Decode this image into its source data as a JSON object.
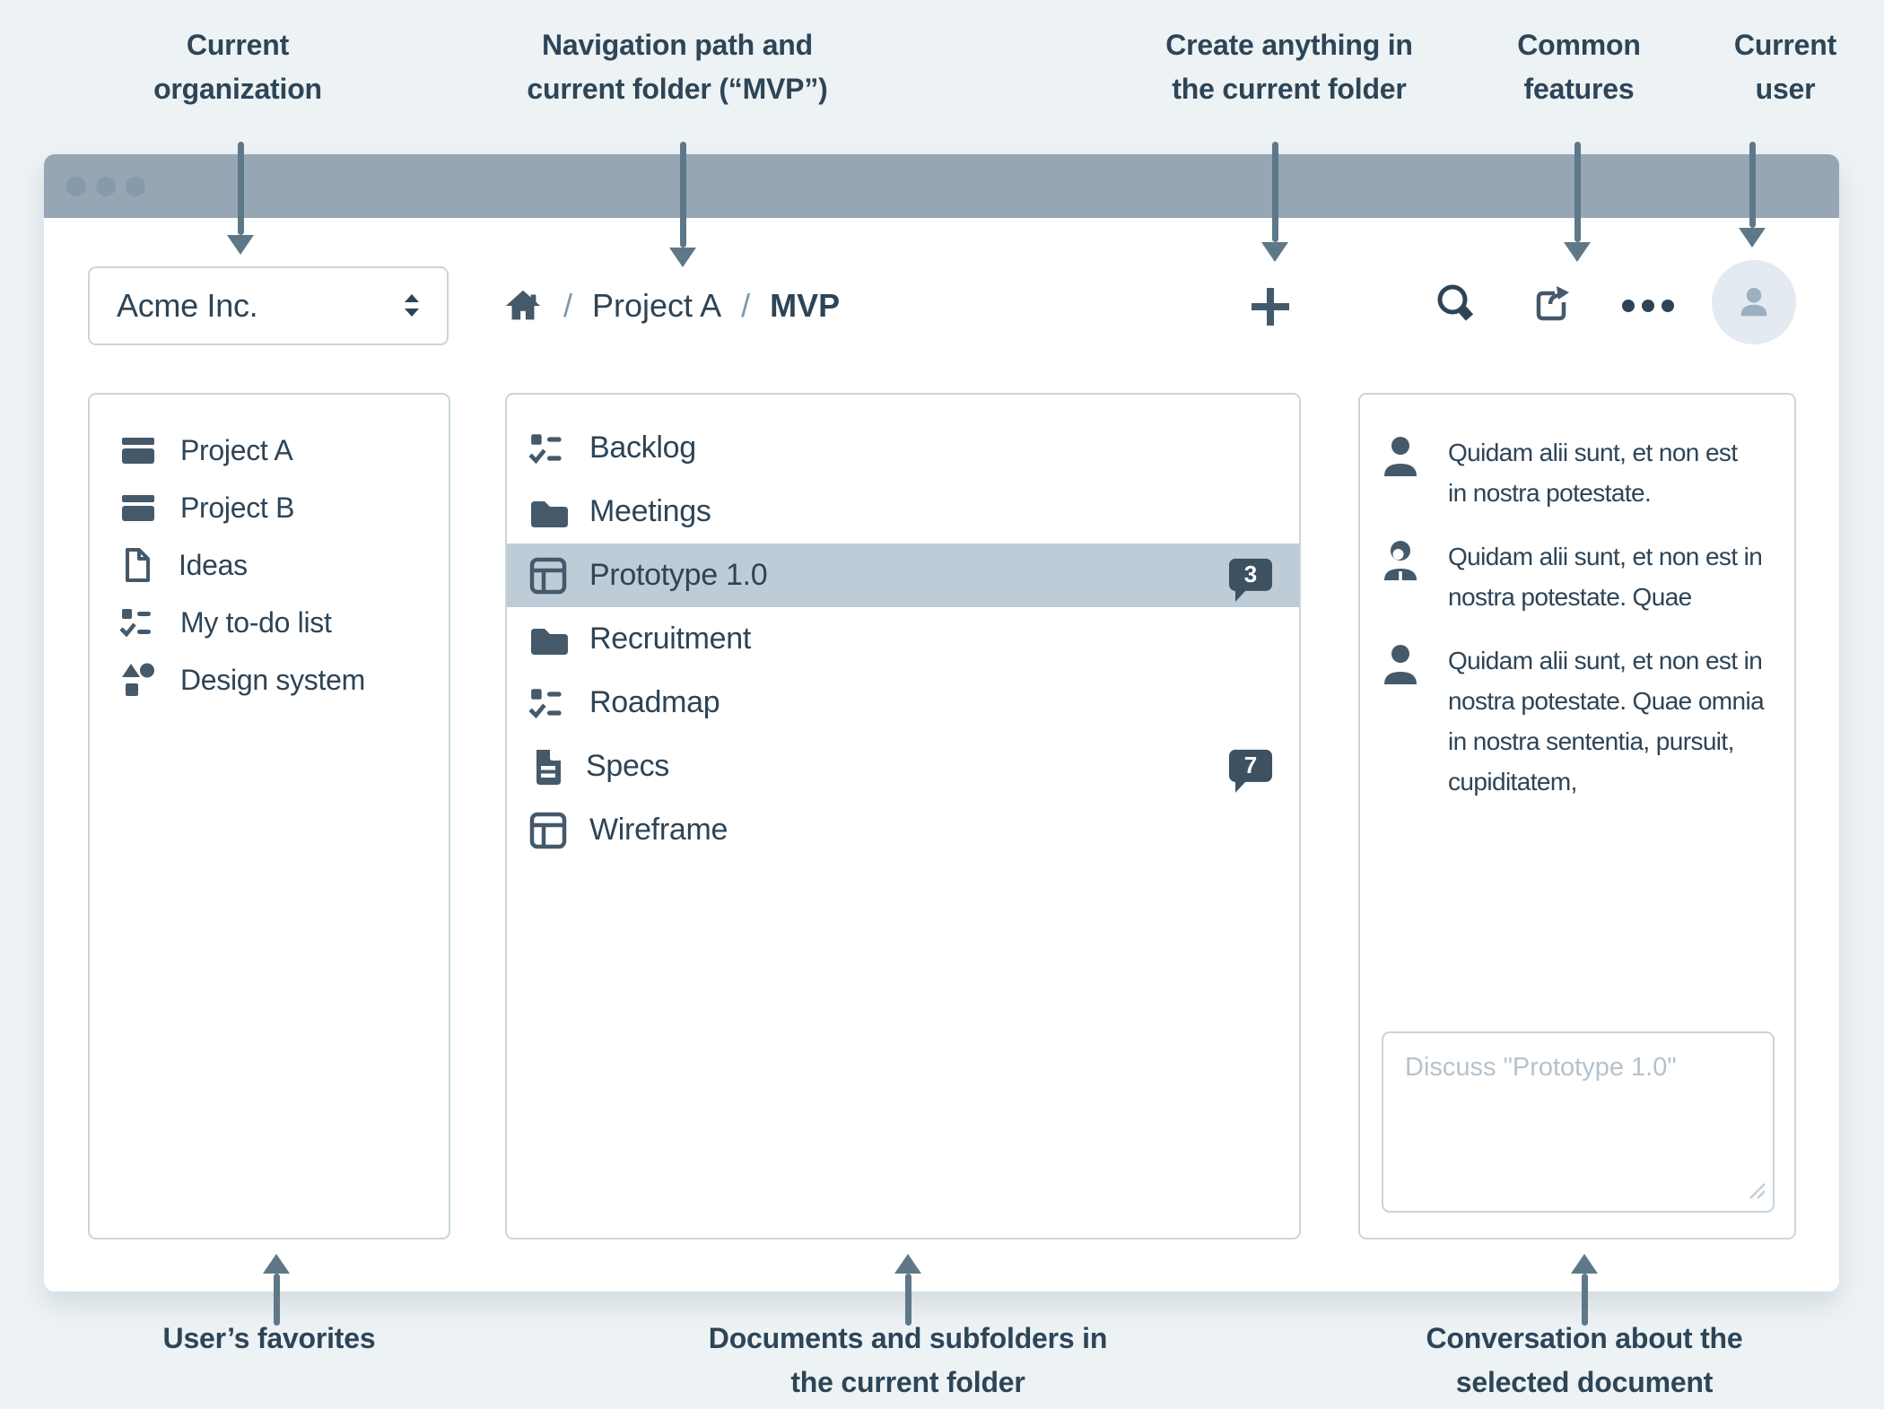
{
  "annotations": {
    "top": [
      {
        "text": "Current\norganization"
      },
      {
        "text": "Navigation path and\ncurrent folder (“MVP”)"
      },
      {
        "text": "Create anything in\nthe current folder"
      },
      {
        "text": "Common\nfeatures"
      },
      {
        "text": "Current\nuser"
      }
    ],
    "bottom": [
      {
        "text": "User’s favorites"
      },
      {
        "text": "Documents and subfolders in\nthe current folder"
      },
      {
        "text": "Conversation about the\nselected document"
      }
    ]
  },
  "window": {
    "header": {
      "organization_selector": {
        "value": "Acme Inc.",
        "icon": "sort-icon"
      },
      "breadcrumb": {
        "home_icon": "home-icon",
        "separator": "/",
        "parent": "Project A",
        "current": "MVP"
      },
      "action_icons": [
        "plus-icon",
        "search-icon",
        "share-icon",
        "ellipsis-icon"
      ],
      "user_avatar_icon": "person-icon"
    },
    "favorites": {
      "items": [
        {
          "icon": "project-icon",
          "label": "Project A"
        },
        {
          "icon": "project-icon",
          "label": "Project B"
        },
        {
          "icon": "document-icon",
          "label": "Ideas"
        },
        {
          "icon": "checklist-icon",
          "label": "My to-do list"
        },
        {
          "icon": "shapes-icon",
          "label": "Design system"
        }
      ]
    },
    "documents": {
      "items": [
        {
          "icon": "checklist-icon",
          "label": "Backlog"
        },
        {
          "icon": "folder-icon",
          "label": "Meetings"
        },
        {
          "icon": "layout-icon",
          "label": "Prototype 1.0",
          "selected": true,
          "comment_count": "3"
        },
        {
          "icon": "folder-icon",
          "label": "Recruitment"
        },
        {
          "icon": "checklist-icon",
          "label": "Roadmap"
        },
        {
          "icon": "document-filled-icon",
          "label": "Specs",
          "comment_count": "7"
        },
        {
          "icon": "layout-icon",
          "label": "Wireframe"
        }
      ]
    },
    "conversation": {
      "messages": [
        {
          "avatar": "person-icon",
          "text": "Quidam alii sunt, et non est in nostra potestate."
        },
        {
          "avatar": "person-alt-icon",
          "text": "Quidam alii sunt, et non est in nostra potestate. Quae"
        },
        {
          "avatar": "person-icon",
          "text": "Quidam alii sunt, et non est in nostra potestate. Quae omnia in nostra sententia, pursuit, cupiditatem,"
        }
      ],
      "composer": {
        "placeholder": "Discuss \"Prototype 1.0\""
      }
    }
  },
  "colors": {
    "background": "#edf2f5",
    "titlebar": "#96a6b4",
    "panel_border": "#c9d6de",
    "text_dark": "#2e4456",
    "annotation_text": "#2d4557",
    "arrow": "#5e7888",
    "icon_slate": "#44596a",
    "selected_row": "#beccd8",
    "badge_bg": "#3d5161",
    "avatar_bg": "#e3eaf1",
    "avatar_glyph": "#9cb0bf",
    "placeholder_text": "#b4c3ce",
    "breadcrumb_separator": "#7f98a8"
  }
}
